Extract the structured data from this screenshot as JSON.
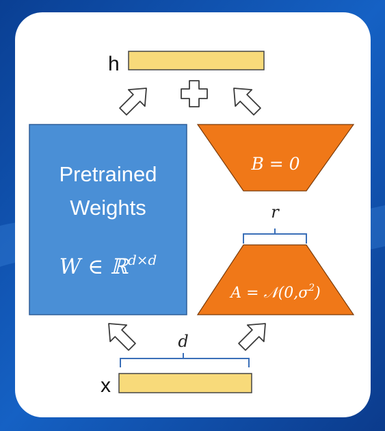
{
  "colors": {
    "background": "#0d4fa8",
    "panel": "#ffffff",
    "pretrained_block": "#4a8fd6",
    "lora_block": "#f07818",
    "vector": "#f8da7a",
    "arrow_stroke": "#3a3a3a"
  },
  "output_vector": {
    "label": "h"
  },
  "input_vector": {
    "label": "x"
  },
  "plus_icon": "plus-icon",
  "pretrained": {
    "line1": "Pretrained",
    "line2": "Weights",
    "formula": "W ∈ ℝ",
    "formula_sup": "d×d"
  },
  "matrix_b": {
    "label": "B = 0"
  },
  "matrix_a": {
    "label": "A = 𝒩(0,σ",
    "label_sup": "2",
    "label_end": ")"
  },
  "rank_brace": {
    "label": "r"
  },
  "dim_brace": {
    "label": "d"
  }
}
